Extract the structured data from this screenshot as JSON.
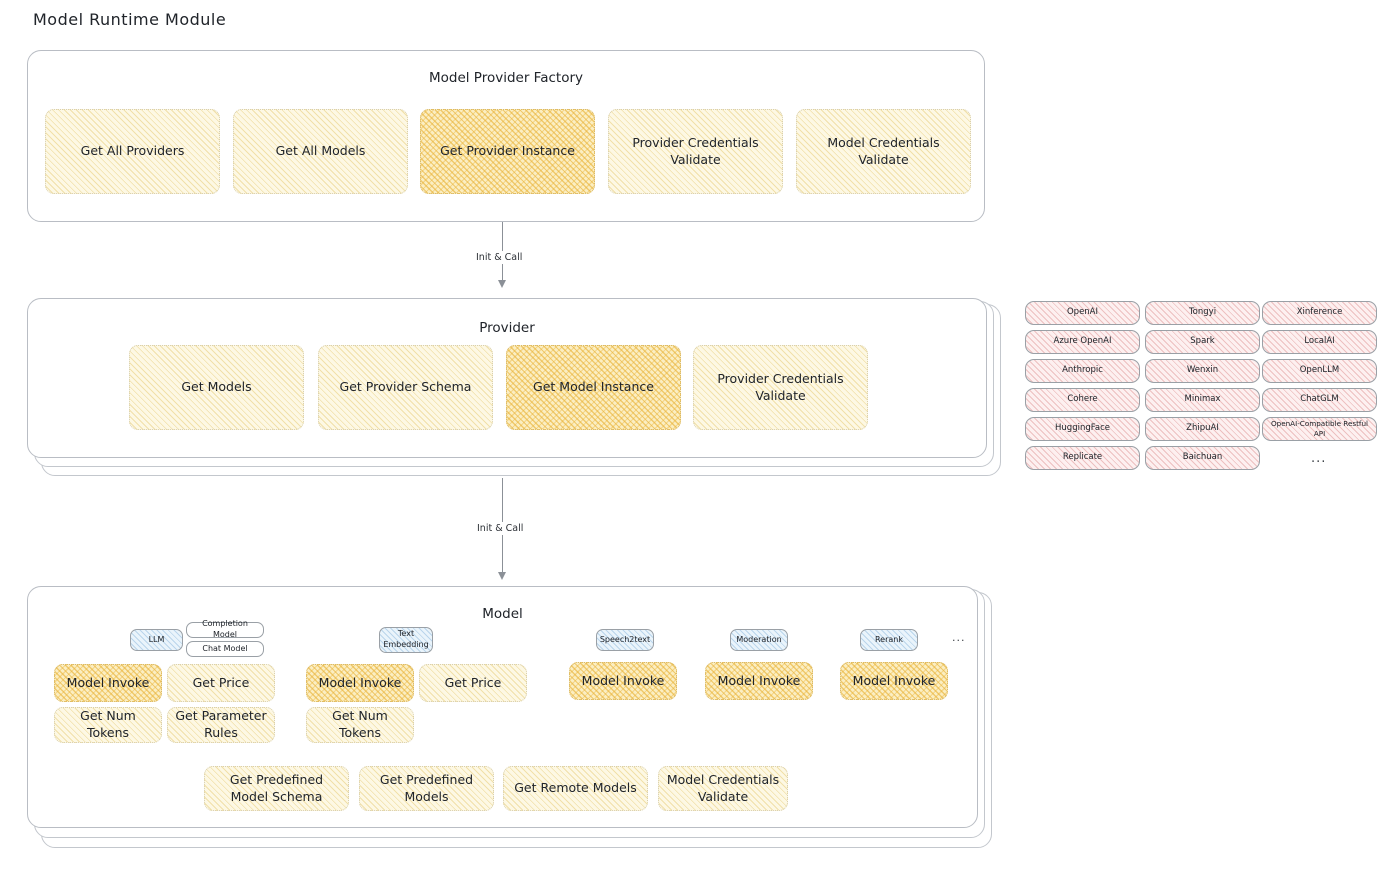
{
  "page": {
    "title": "Model Runtime Module"
  },
  "factory": {
    "title": "Model Provider Factory",
    "nodes": [
      {
        "label": "Get All Providers",
        "style": "yellow"
      },
      {
        "label": "Get All Models",
        "style": "yellow"
      },
      {
        "label": "Get Provider Instance",
        "style": "amber"
      },
      {
        "label": "Provider Credentials Validate",
        "style": "yellow"
      },
      {
        "label": "Model Credentials Validate",
        "style": "yellow"
      }
    ]
  },
  "arrow1": {
    "label": "Init & Call"
  },
  "provider": {
    "title": "Provider",
    "nodes": [
      {
        "label": "Get Models",
        "style": "yellow"
      },
      {
        "label": "Get Provider Schema",
        "style": "yellow"
      },
      {
        "label": "Get Model Instance",
        "style": "amber"
      },
      {
        "label": "Provider Credentials Validate",
        "style": "yellow"
      }
    ]
  },
  "provider_list": {
    "columns": [
      [
        "OpenAI",
        "Azure OpenAI",
        "Anthropic",
        "Cohere",
        "HuggingFace",
        "Replicate"
      ],
      [
        "Tongyi",
        "Spark",
        "Wenxin",
        "Minimax",
        "ZhipuAI",
        "Baichuan"
      ],
      [
        "Xinference",
        "LocalAI",
        "OpenLLM",
        "ChatGLM",
        "OpenAI-Compatible Restful API"
      ]
    ],
    "more": "..."
  },
  "arrow2": {
    "label": "Init & Call"
  },
  "model": {
    "title": "Model",
    "more": "...",
    "types": [
      {
        "badge": "LLM",
        "sub_badges": [
          "Completion Model",
          "Chat Model"
        ],
        "ops": [
          {
            "label": "Model Invoke",
            "style": "amber"
          },
          {
            "label": "Get Price",
            "style": "yellow"
          },
          {
            "label": "Get Num Tokens",
            "style": "yellow"
          },
          {
            "label": "Get Parameter Rules",
            "style": "yellow"
          }
        ]
      },
      {
        "badge": "Text Embedding",
        "sub_badges": [],
        "ops": [
          {
            "label": "Model Invoke",
            "style": "amber"
          },
          {
            "label": "Get Price",
            "style": "yellow"
          },
          {
            "label": "Get Num Tokens",
            "style": "yellow"
          }
        ]
      },
      {
        "badge": "Speech2text",
        "sub_badges": [],
        "ops": [
          {
            "label": "Model Invoke",
            "style": "amber"
          }
        ]
      },
      {
        "badge": "Moderation",
        "sub_badges": [],
        "ops": [
          {
            "label": "Model Invoke",
            "style": "amber"
          }
        ]
      },
      {
        "badge": "Rerank",
        "sub_badges": [],
        "ops": [
          {
            "label": "Model Invoke",
            "style": "amber"
          }
        ]
      }
    ],
    "common_ops": [
      {
        "label": "Get Predefined Model Schema",
        "style": "yellow"
      },
      {
        "label": "Get Predefined Models",
        "style": "yellow"
      },
      {
        "label": "Get Remote Models",
        "style": "yellow"
      },
      {
        "label": "Model Credentials Validate",
        "style": "yellow"
      }
    ]
  },
  "colors": {
    "node_yellow_bg": "#fdf8e4",
    "node_amber_bg": "#fbeec2",
    "node_pink_bg": "#fdf0f0",
    "node_blue_bg": "#eaf4fb",
    "card_border": "#b9bdc4",
    "text": "#20242a"
  }
}
